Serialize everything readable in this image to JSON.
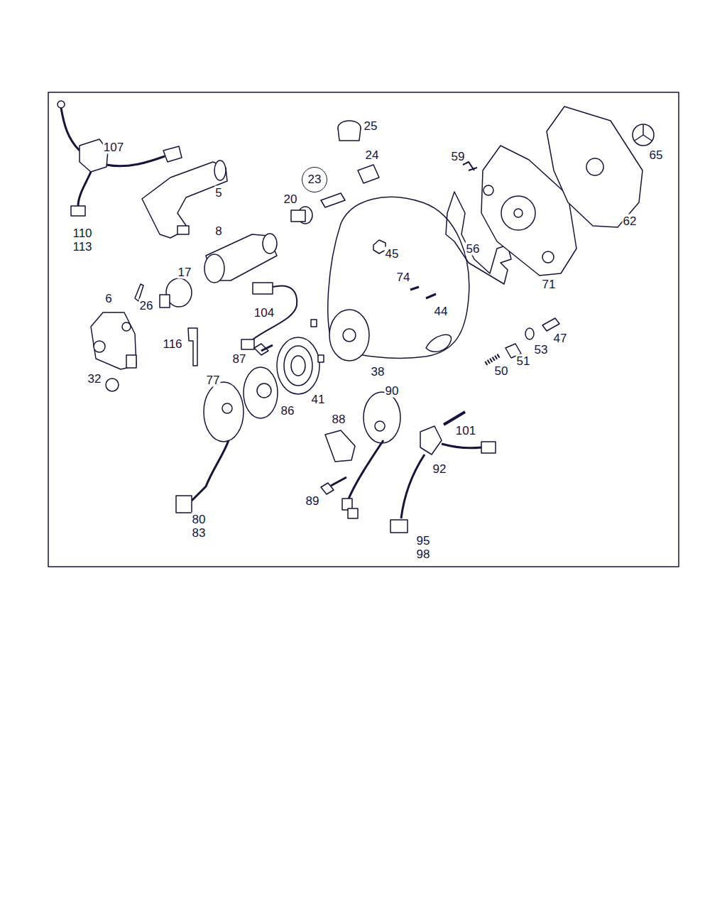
{
  "diagram": {
    "nodes": [
      {
        "text": [
          "23"
        ]
      }
    ],
    "labels": [
      "107",
      "110",
      "113",
      "5",
      "25",
      "24",
      "20",
      "59",
      "65",
      "62",
      "8",
      "45",
      "56",
      "71",
      "74",
      "17",
      "6",
      "26",
      "104",
      "44",
      "47",
      "53",
      "51",
      "50",
      "116",
      "87",
      "38",
      "32",
      "77",
      "41",
      "86",
      "90",
      "88",
      "101",
      "92",
      "89",
      "80",
      "83",
      "95",
      "98"
    ]
  }
}
